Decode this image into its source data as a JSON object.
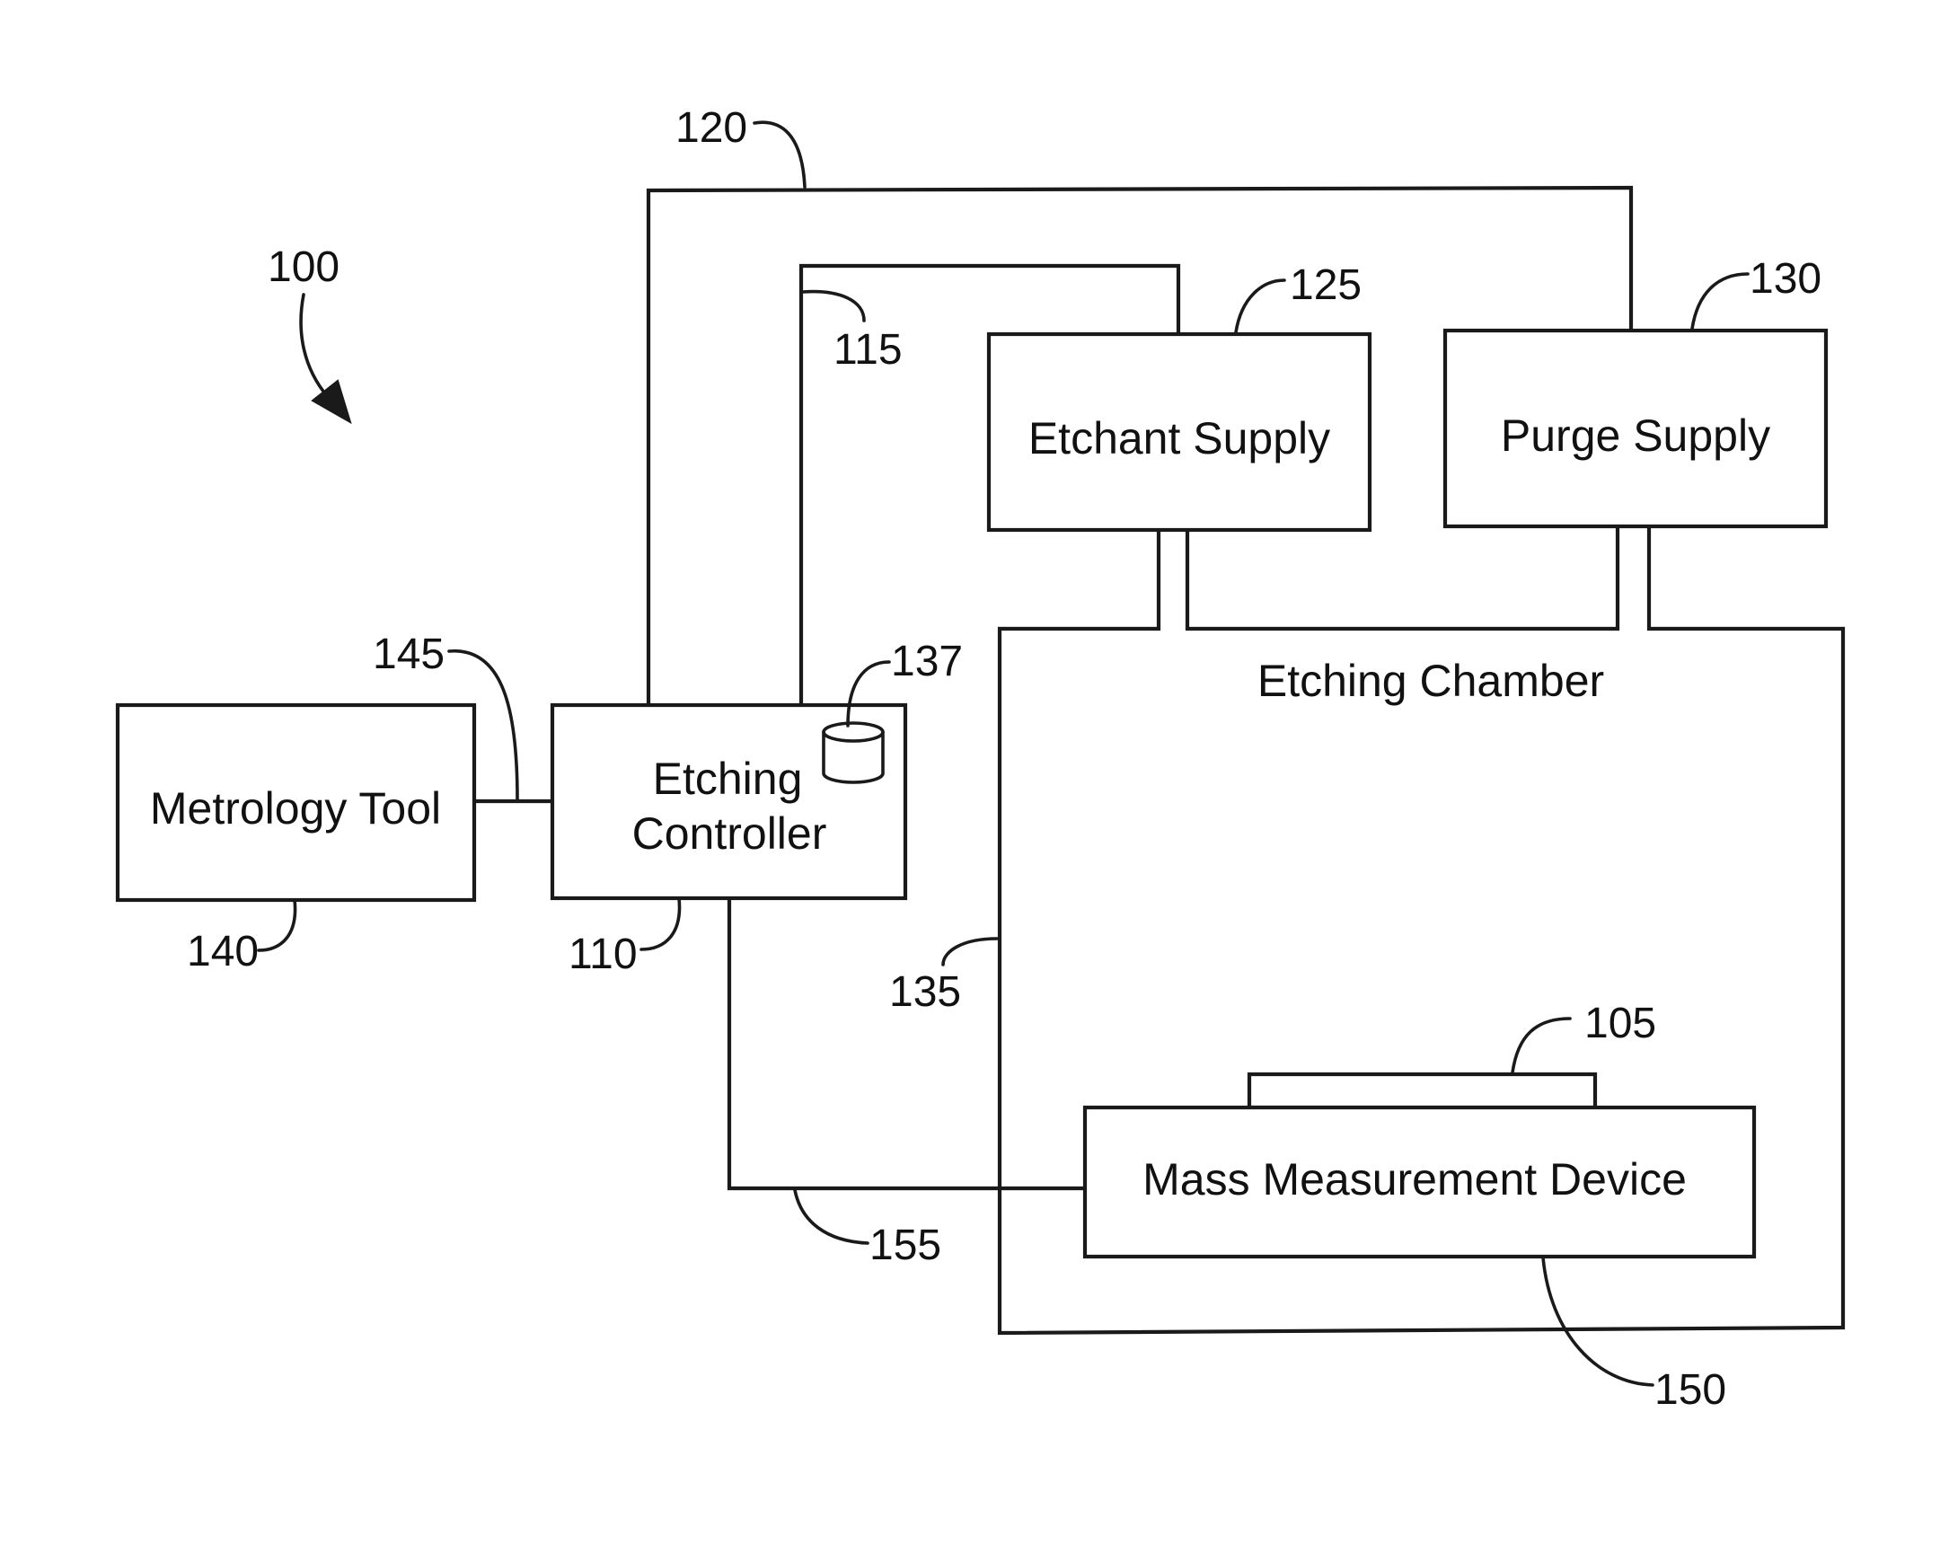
{
  "blocks": {
    "metrology_tool": "Metrology Tool",
    "etching_controller_line1": "Etching",
    "etching_controller_line2": "Controller",
    "etchant_supply": "Etchant Supply",
    "purge_supply": "Purge Supply",
    "etching_chamber": "Etching Chamber",
    "mass_measurement_device": "Mass Measurement Device"
  },
  "refs": {
    "system": "100",
    "substrate": "105",
    "controller": "110",
    "etchant_line": "115",
    "purge_line": "120",
    "etchant_supply": "125",
    "purge_supply": "130",
    "chamber": "135",
    "memory": "137",
    "metrology_tool": "140",
    "metrology_link": "145",
    "mass_device": "150",
    "mass_link": "155"
  },
  "colors": {
    "stroke": "#1a1a1a",
    "text": "#111111",
    "background": "#ffffff"
  },
  "icons": {
    "memory": "database-cylinder-icon",
    "system_pointer": "curved-arrow-icon"
  }
}
